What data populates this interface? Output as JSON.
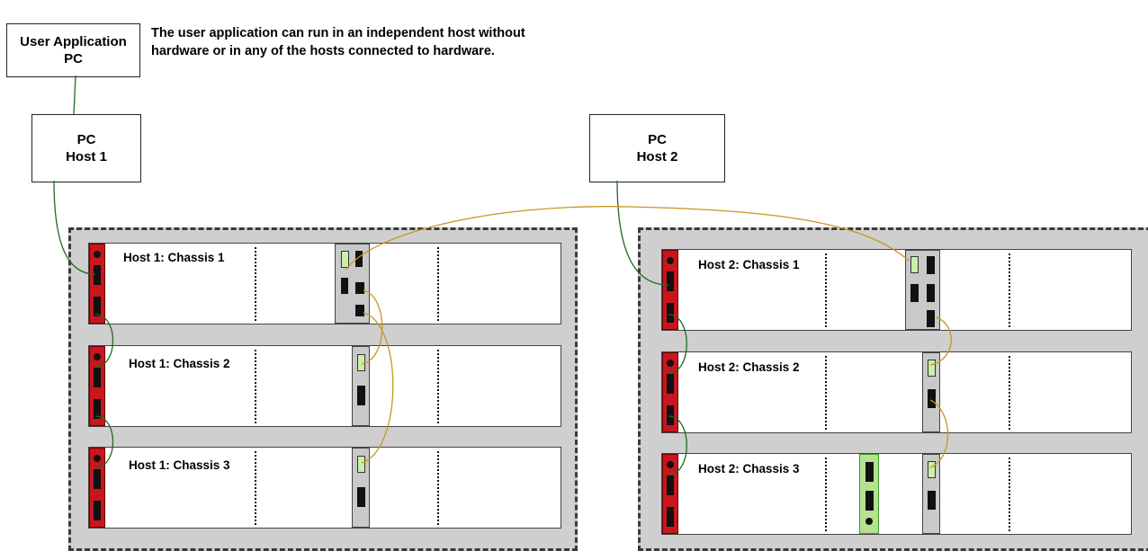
{
  "user_app_pc": {
    "line1": "User Application",
    "line2": "PC"
  },
  "note": {
    "line1": "The user application can run in an independent host without",
    "line2": "hardware or in any of the hosts connected to hardware."
  },
  "host1_pc": {
    "line1": "PC",
    "line2": "Host 1"
  },
  "host2_pc": {
    "line1": "PC",
    "line2": "Host 2"
  },
  "chassis": {
    "h1c1": "Host 1: Chassis 1",
    "h1c2": "Host 1: Chassis 2",
    "h1c3": "Host 1: Chassis 3",
    "h2c1": "Host 2: Chassis 1",
    "h2c2": "Host 2: Chassis 2",
    "h2c3": "Host 2: Chassis 3"
  },
  "colors": {
    "rack": "#cfcfcf",
    "controller": "#c8161d",
    "card": "#c9c9c9",
    "green_card": "#b7e08f",
    "green_wire": "#1f6b1f",
    "orange_wire": "#c8961e"
  }
}
